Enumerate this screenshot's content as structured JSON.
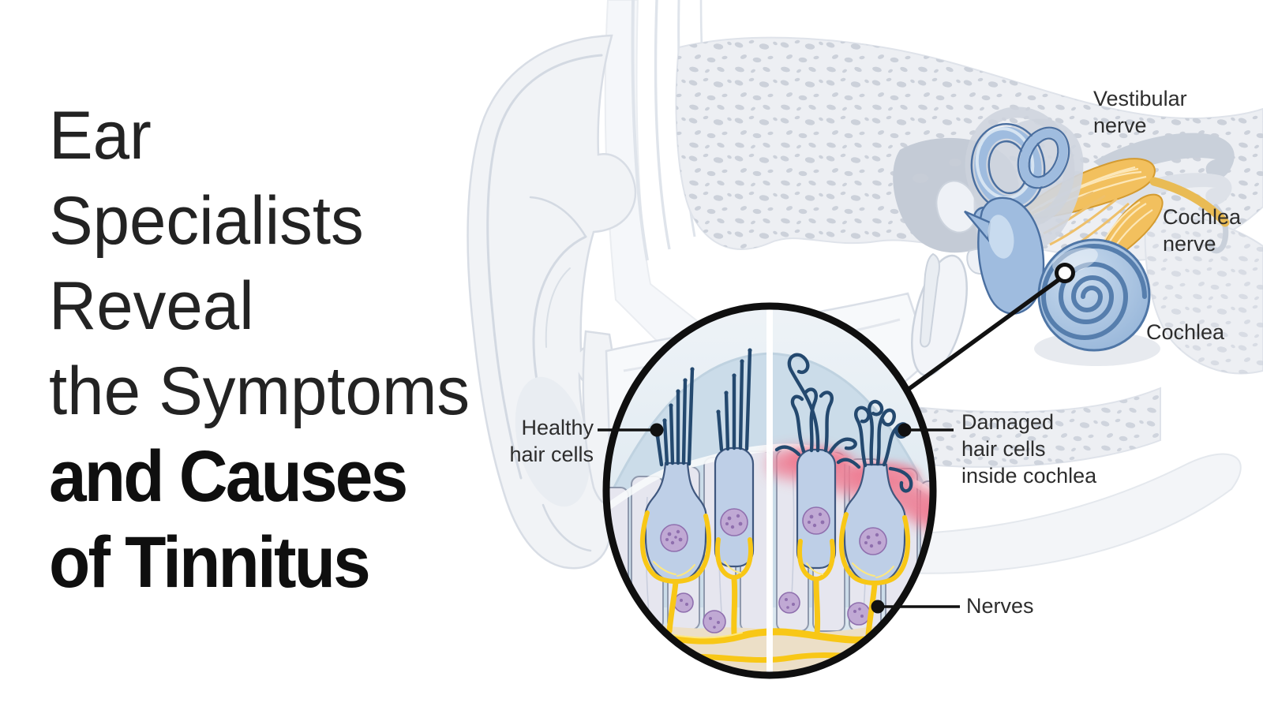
{
  "title": {
    "light_lines": [
      "Ear",
      "Specialists",
      "Reveal",
      "the Symptoms"
    ],
    "bold_lines": [
      "and Causes",
      "of Tinnitus"
    ]
  },
  "anatomy_labels": {
    "vestibular_nerve": "Vestibular\nnerve",
    "cochlea_nerve": "Cochlea\nnerve",
    "cochlea": "Cochlea"
  },
  "inset_labels": {
    "healthy": "Healthy\nhair cells",
    "damaged": "Damaged\nhair cells\ninside cochlea",
    "nerves": "Nerves"
  },
  "theme": {
    "title-color": "#232323",
    "title-bold-color": "#0f0f0f",
    "label-color": "#2d2d2d",
    "leader": "#111111",
    "structure-blue": "#9fbcdf",
    "structure-blue-dark": "#4a6fa0",
    "nerve-yellow": "#f2c05e",
    "nerve-strand": "#fce7b8",
    "hair-cell-blue": "#becfe7",
    "hair-cell-outline": "#3f577e",
    "cilia-navy": "#24496f",
    "nucleus-purple": "#c0a9d4",
    "nucleus-dot": "#8f6fae",
    "inset-yellow": "#f8c716",
    "damage-pink": "#ee7d93",
    "support-cell": "#e6e6ef",
    "support-outline": "#8f99ad",
    "dome-blue": "#cbdce9",
    "tan": "#ecdfc7",
    "bone-speckle": "#c7cdd7"
  }
}
